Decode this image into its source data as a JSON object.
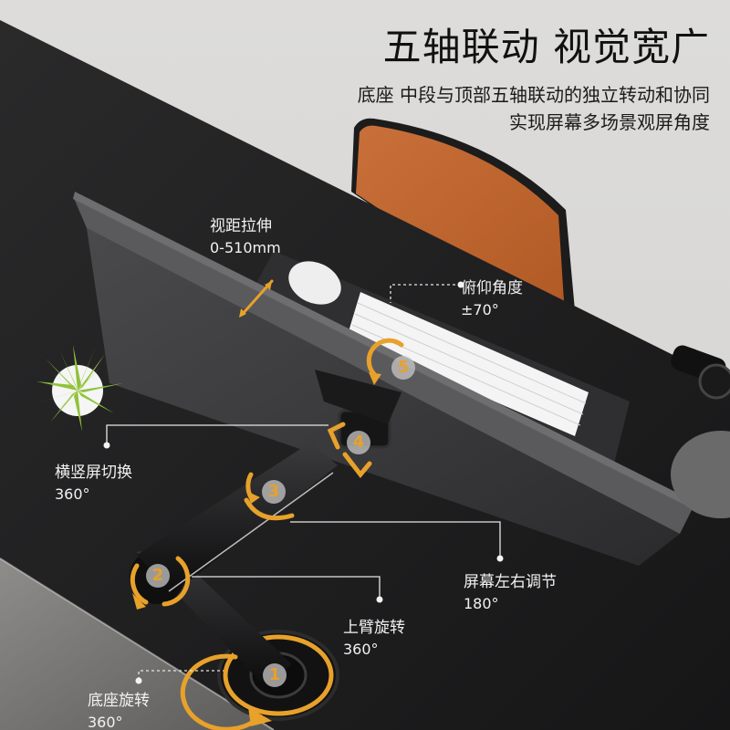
{
  "header": {
    "headline": "五轴联动 视觉宽广",
    "subline_1": "底座 中段与顶部五轴联动的独立转动和协同",
    "subline_2": "实现屏幕多场景观屏角度"
  },
  "callouts": {
    "viewing_distance": {
      "title": "视距拉伸",
      "value": "0-510mm"
    },
    "tilt": {
      "title": "俯仰角度",
      "value": "±70°"
    },
    "rotation": {
      "title": "横竖屏切换",
      "value": "360°"
    },
    "swivel": {
      "title": "屏幕左右调节",
      "value": "180°"
    },
    "upper_arm": {
      "title": "上臂旋转",
      "value": "360°"
    },
    "base": {
      "title": "底座旋转",
      "value": "360°"
    }
  },
  "joints": [
    {
      "number": "1"
    },
    {
      "number": "2"
    },
    {
      "number": "3"
    },
    {
      "number": "4"
    },
    {
      "number": "5"
    }
  ],
  "colors": {
    "accent_orange": "#e8a12a",
    "desk": "#1e1e1f",
    "wall": "#d9d8d6",
    "chair": "#c4672f",
    "plant": "#8fc23a"
  }
}
